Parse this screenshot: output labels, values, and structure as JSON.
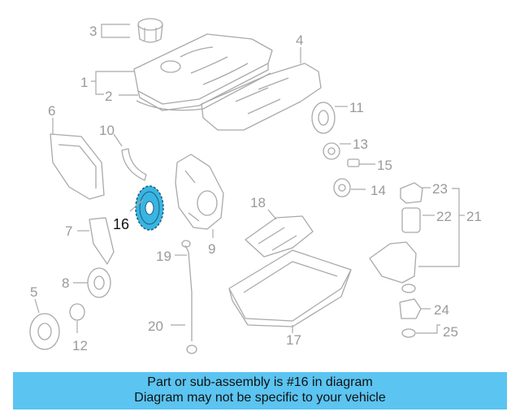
{
  "highlight_color": "#3ab4e2",
  "banner_color": "#5bc4f1",
  "highlighted_part": "16",
  "callouts": {
    "c1": "1",
    "c2": "2",
    "c3": "3",
    "c4": "4",
    "c5": "5",
    "c6": "6",
    "c7": "7",
    "c8": "8",
    "c9": "9",
    "c10": "10",
    "c11": "11",
    "c12": "12",
    "c13": "13",
    "c14": "14",
    "c15": "15",
    "c16": "16",
    "c17": "17",
    "c18": "18",
    "c19": "19",
    "c20": "20",
    "c21": "21",
    "c22": "22",
    "c23": "23",
    "c24": "24",
    "c25": "25"
  },
  "banner": {
    "line1": "Part or sub-assembly is #16 in diagram",
    "line2": "Diagram may not be specific to your vehicle"
  }
}
